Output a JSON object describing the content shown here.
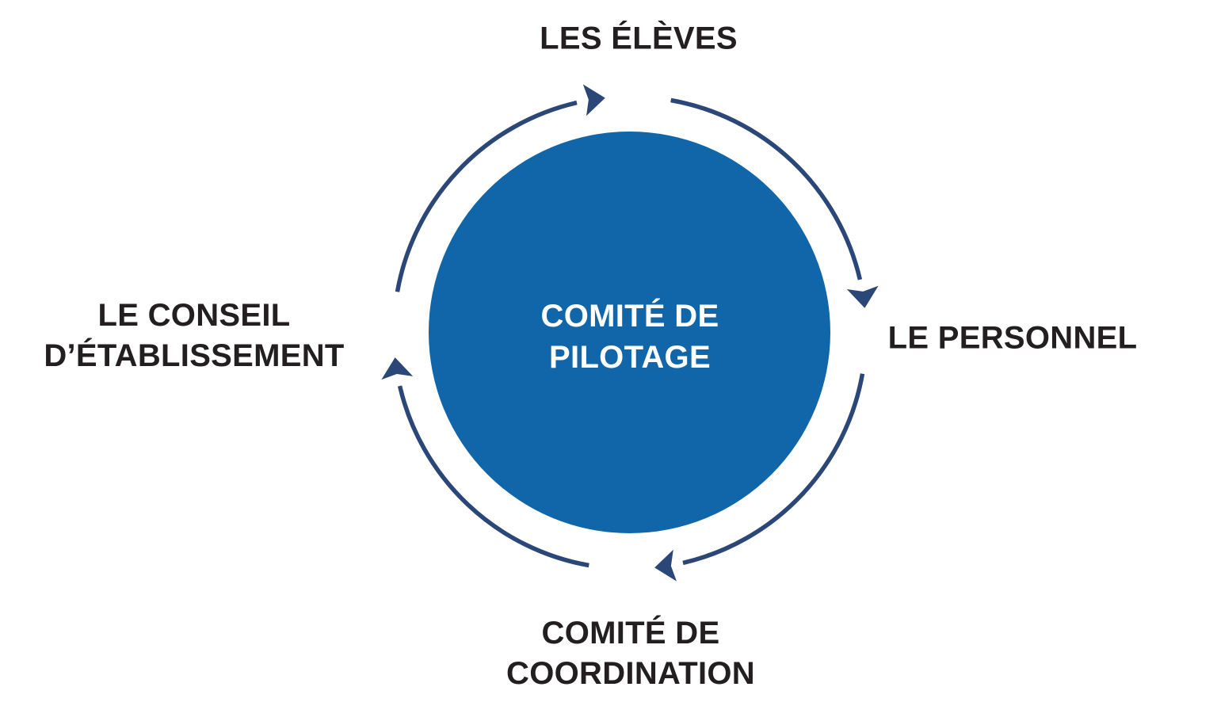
{
  "diagram": {
    "hub": {
      "line1": "COMITÉ DE",
      "line2": "PILOTAGE"
    },
    "nodes": {
      "top": {
        "label": "LES ÉLÈVES"
      },
      "right": {
        "label": "LE PERSONNEL"
      },
      "bottom": {
        "line1": "COMITÉ DE",
        "line2": "COORDINATION"
      },
      "left": {
        "line1": "LE CONSEIL",
        "line2": "D’ÉTABLISSEMENT"
      }
    },
    "colors": {
      "circle_fill": "#1066a8",
      "arrow": "#2a4778",
      "label_text": "#231f20",
      "hub_text": "#ffffff",
      "background": "#ffffff"
    }
  }
}
